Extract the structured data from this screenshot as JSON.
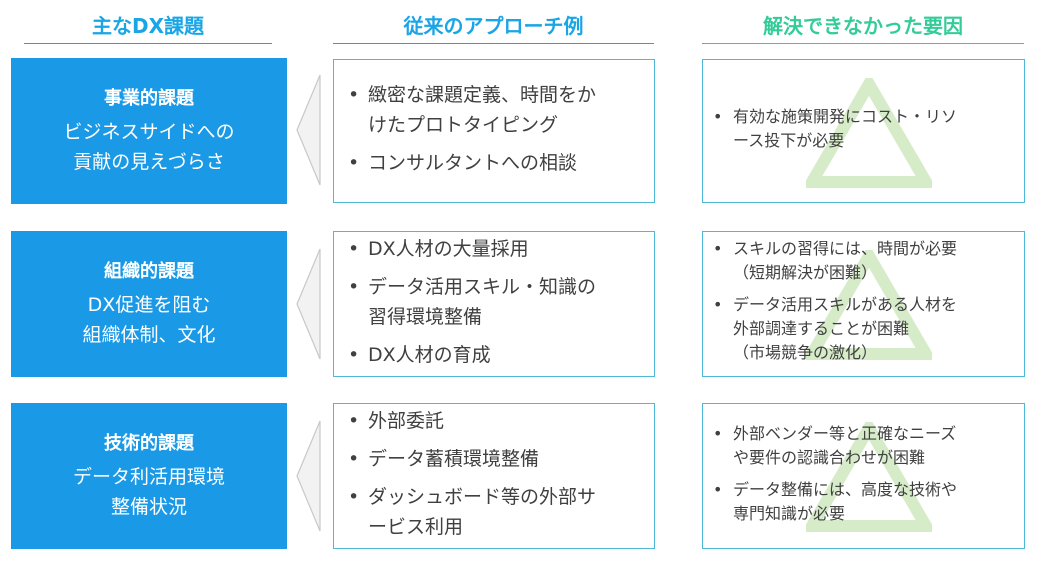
{
  "headers": {
    "issues": "主なDX課題",
    "approaches": "従来のアプローチ例",
    "causes": "解決できなかった要因"
  },
  "rows": [
    {
      "title": "事業的課題",
      "subtitle_lines": [
        "ビジネスサイドへの",
        "貢献の見えづらさ"
      ],
      "approaches": [
        [
          "緻密な課題定義、時間をか",
          "けたプロトタイピング"
        ],
        [
          "コンサルタントへの相談"
        ]
      ],
      "causes": [
        [
          "有効な施策開発にコスト・リソ",
          "ース投下が必要"
        ]
      ]
    },
    {
      "title": "組織的課題",
      "subtitle_lines": [
        "DX促進を阻む",
        "組織体制、文化"
      ],
      "approaches": [
        [
          "DX人材の大量採用"
        ],
        [
          "データ活用スキル・知識の",
          "習得環境整備"
        ],
        [
          "DX人材の育成"
        ]
      ],
      "causes": [
        [
          "スキルの習得には、時間が必要",
          "（短期解決が困難）"
        ],
        [
          "データ活用スキルがある人材を",
          "外部調達することが困難",
          "（市場競争の激化）"
        ]
      ]
    },
    {
      "title": "技術的課題",
      "subtitle_lines": [
        "データ利活用環境",
        "整備状況"
      ],
      "approaches": [
        [
          "外部委託"
        ],
        [
          "データ蓄積環境整備"
        ],
        [
          "ダッシュボード等の外部サ",
          "ービス利用"
        ]
      ],
      "causes": [
        [
          "外部ベンダー等と正確なニーズ",
          "や要件の認識合わせが困難"
        ],
        [
          "データ整備には、高度な技術や",
          "専門知識が必要"
        ]
      ]
    }
  ],
  "bullet": "•",
  "colors": {
    "issue_fill": "#1a99e6",
    "header_blue": "#1aa5e6",
    "header_green": "#33cc99",
    "box_border": "#4db8d8",
    "triangle": "#d6ecc9",
    "chevron_fill": "#f2f2f2",
    "chevron_stroke": "#c8c8c8"
  }
}
